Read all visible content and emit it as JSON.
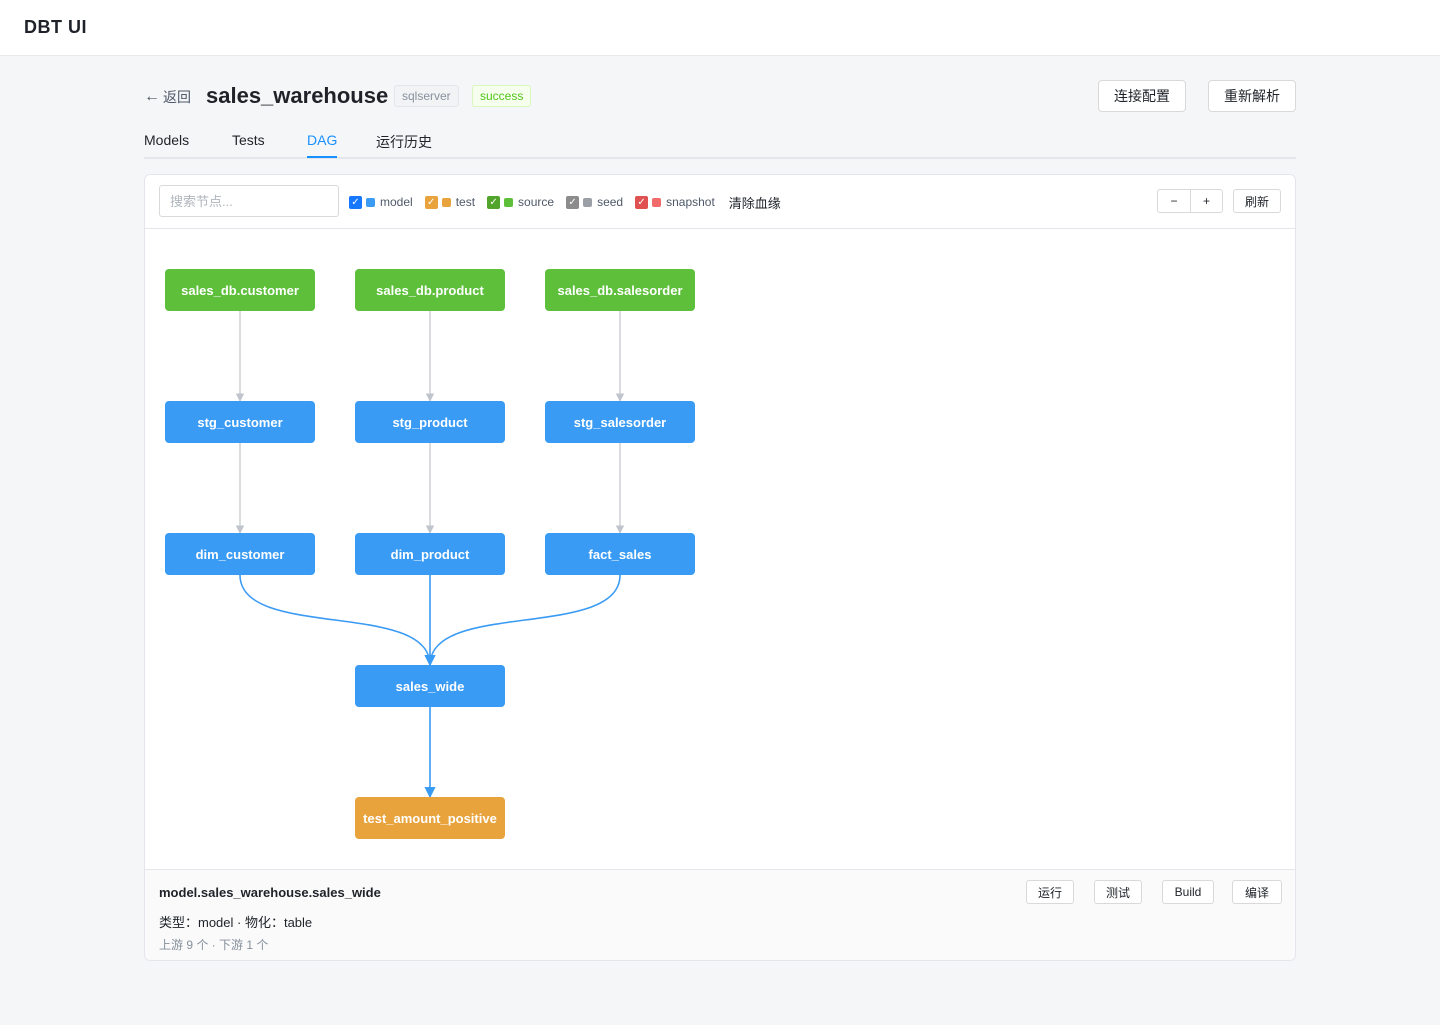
{
  "app": {
    "brand": "DBT UI"
  },
  "header": {
    "back_arrow": "←",
    "back_label": "返回",
    "title": "sales_warehouse",
    "db_tag": "sqlserver",
    "status_tag": "success",
    "connect_label": "连接配置",
    "reparse_label": "重新解析"
  },
  "tabs": [
    {
      "label": "Models"
    },
    {
      "label": "Tests"
    },
    {
      "label": "DAG",
      "active": true
    },
    {
      "label": "运行历史"
    }
  ],
  "toolbar": {
    "search_placeholder": "搜索节点...",
    "search_value": "",
    "filters": [
      {
        "label": "model",
        "checked": true,
        "check_color": "#1677ff",
        "color": "#3a9bf4"
      },
      {
        "label": "test",
        "checked": true,
        "check_color": "#e8a33d",
        "color": "#e8a33d"
      },
      {
        "label": "source",
        "checked": true,
        "check_color": "#52a42a",
        "color": "#5dbf3a"
      },
      {
        "label": "seed",
        "checked": true,
        "check_color": "#8c8c8c",
        "color": "#9aa0a6"
      },
      {
        "label": "snapshot",
        "checked": true,
        "check_color": "#e05252",
        "color": "#f26b6b"
      }
    ],
    "clear_lineage_label": "清除血缘",
    "zoom_out_label": "−",
    "zoom_in_label": "+",
    "refresh_label": "刷新"
  },
  "colors": {
    "model": "#3a9bf4",
    "test": "#e8a33d",
    "source": "#5dbf3a",
    "edge": "#c0c4cc",
    "edge_highlight": "#3a9bf4"
  },
  "dag": {
    "nodes": [
      {
        "id": "sales_db.customer",
        "label": "sales_db.customer",
        "type": "source",
        "col": 0,
        "row": 0
      },
      {
        "id": "sales_db.product",
        "label": "sales_db.product",
        "type": "source",
        "col": 1,
        "row": 0
      },
      {
        "id": "sales_db.salesorder",
        "label": "sales_db.salesorder",
        "type": "source",
        "col": 2,
        "row": 0
      },
      {
        "id": "stg_customer",
        "label": "stg_customer",
        "type": "model",
        "col": 0,
        "row": 1
      },
      {
        "id": "stg_product",
        "label": "stg_product",
        "type": "model",
        "col": 1,
        "row": 1
      },
      {
        "id": "stg_salesorder",
        "label": "stg_salesorder",
        "type": "model",
        "col": 2,
        "row": 1
      },
      {
        "id": "dim_customer",
        "label": "dim_customer",
        "type": "model",
        "col": 0,
        "row": 2
      },
      {
        "id": "dim_product",
        "label": "dim_product",
        "type": "model",
        "col": 1,
        "row": 2
      },
      {
        "id": "fact_sales",
        "label": "fact_sales",
        "type": "model",
        "col": 2,
        "row": 2
      },
      {
        "id": "sales_wide",
        "label": "sales_wide",
        "type": "model",
        "col": 1,
        "row": 3
      },
      {
        "id": "test_amount_positive",
        "label": "test_amount_positive",
        "type": "test",
        "col": 1,
        "row": 4
      }
    ],
    "edges": [
      {
        "from": "sales_db.customer",
        "to": "stg_customer",
        "highlight": false
      },
      {
        "from": "sales_db.product",
        "to": "stg_product",
        "highlight": false
      },
      {
        "from": "sales_db.salesorder",
        "to": "stg_salesorder",
        "highlight": false
      },
      {
        "from": "stg_customer",
        "to": "dim_customer",
        "highlight": false
      },
      {
        "from": "stg_product",
        "to": "dim_product",
        "highlight": false
      },
      {
        "from": "stg_salesorder",
        "to": "fact_sales",
        "highlight": false
      },
      {
        "from": "dim_customer",
        "to": "sales_wide",
        "highlight": true
      },
      {
        "from": "dim_product",
        "to": "sales_wide",
        "highlight": true
      },
      {
        "from": "fact_sales",
        "to": "sales_wide",
        "highlight": true
      },
      {
        "from": "sales_wide",
        "to": "test_amount_positive",
        "highlight": true
      }
    ]
  },
  "detail": {
    "unique_id": "model.sales_warehouse.sales_wide",
    "meta": "类型：model · 物化：table",
    "deps": "上游 9 个 · 下游 1 个",
    "run_label": "运行",
    "test_label": "测试",
    "build_label": "Build",
    "compile_label": "编译"
  }
}
